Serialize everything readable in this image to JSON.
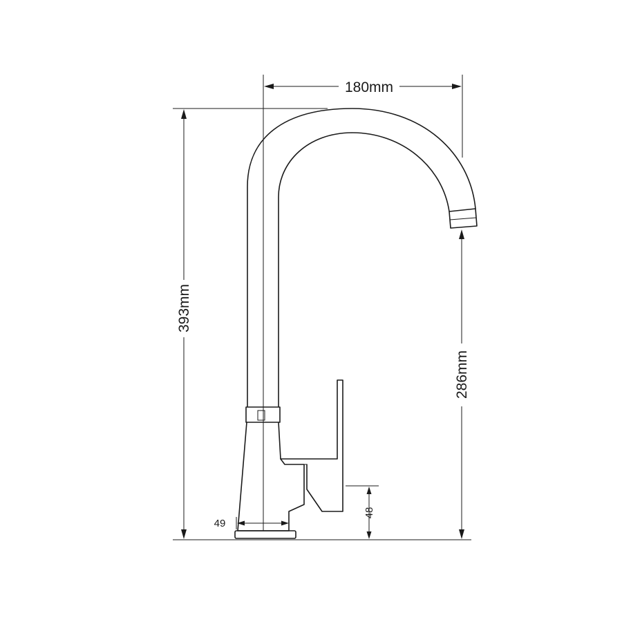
{
  "dimensions": {
    "spout_reach": "180mm",
    "overall_height": "393mm",
    "spout_height": "286mm",
    "base_width": "49",
    "lever_height": "48"
  }
}
